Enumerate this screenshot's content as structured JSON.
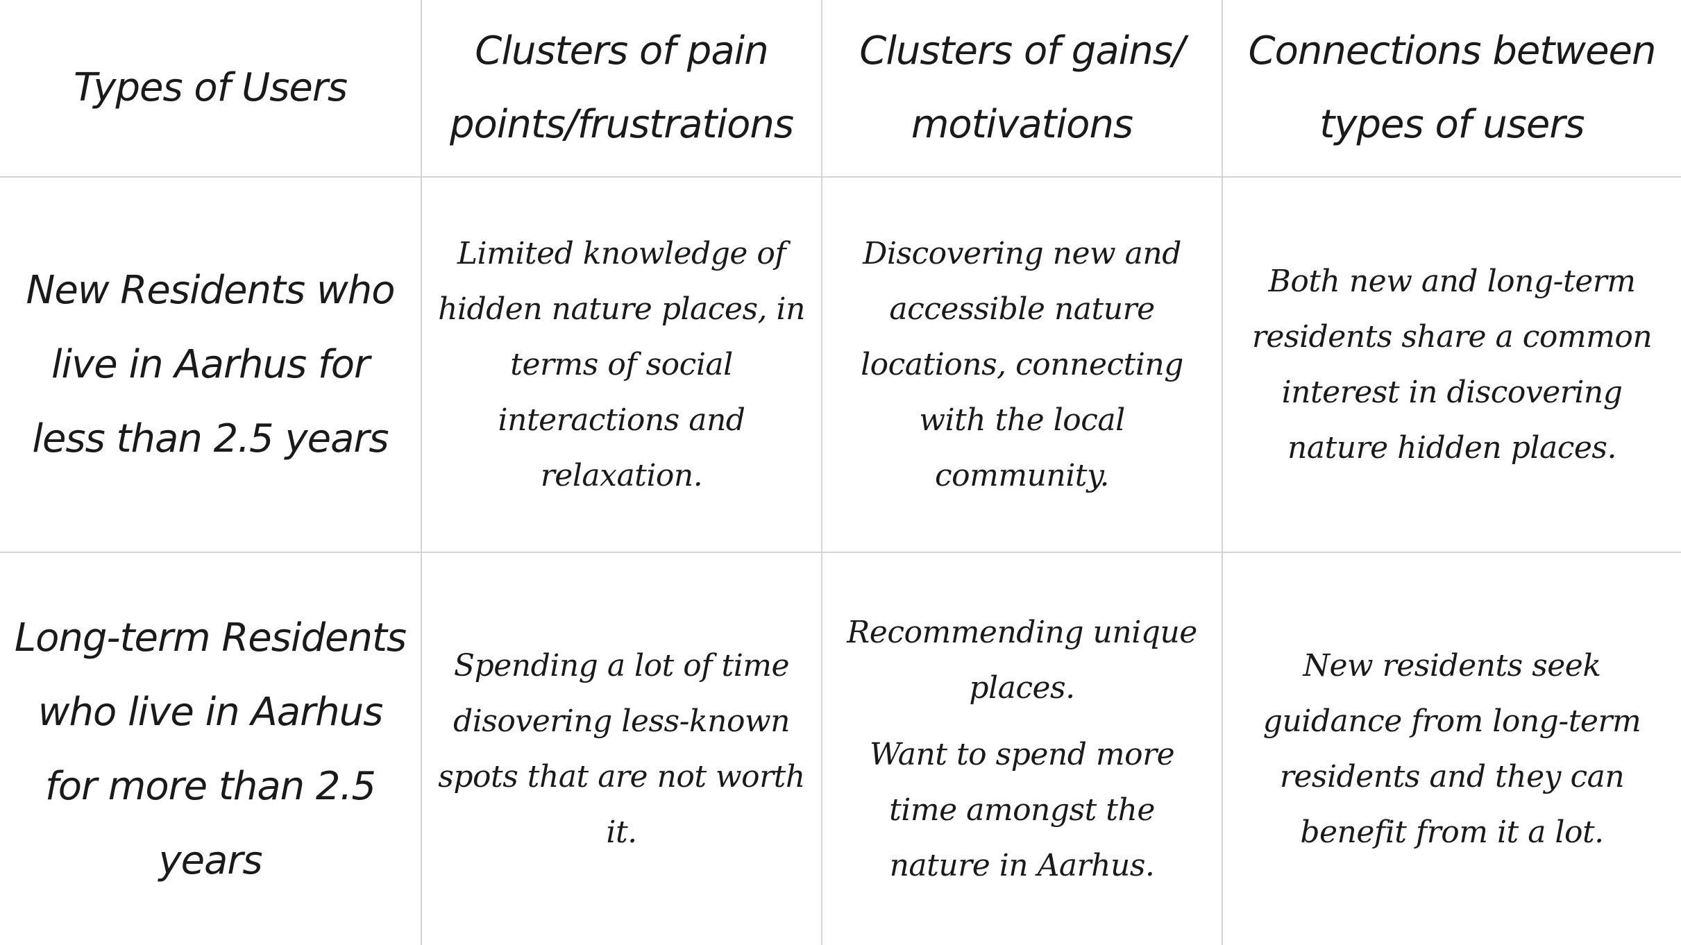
{
  "table": {
    "headers": [
      "Types of Users",
      "Clusters of pain points/frustrations",
      "Clusters of gains/ motivations",
      "Connections between types of users"
    ],
    "rows": [
      {
        "type": "New Residents who live in Aarhus for less than 2.5 years",
        "pain_points": "Limited knowledge of hidden nature places, in terms of social interactions and relaxation.",
        "gains": [
          "Discovering new and accessible nature locations, connecting with the local community."
        ],
        "connections": "Both new and long-term residents share a common interest in discovering nature hidden places."
      },
      {
        "type": "Long-term Residents who live in Aarhus for more than 2.5 years",
        "pain_points": "Spending a lot of time disovering less-known spots that are not worth it.",
        "gains": [
          "Recommending unique places.",
          "Want to spend more time amongst the nature in Aarhus."
        ],
        "connections": "New residents seek guidance from long-term residents and they can benefit from it a lot."
      }
    ]
  }
}
